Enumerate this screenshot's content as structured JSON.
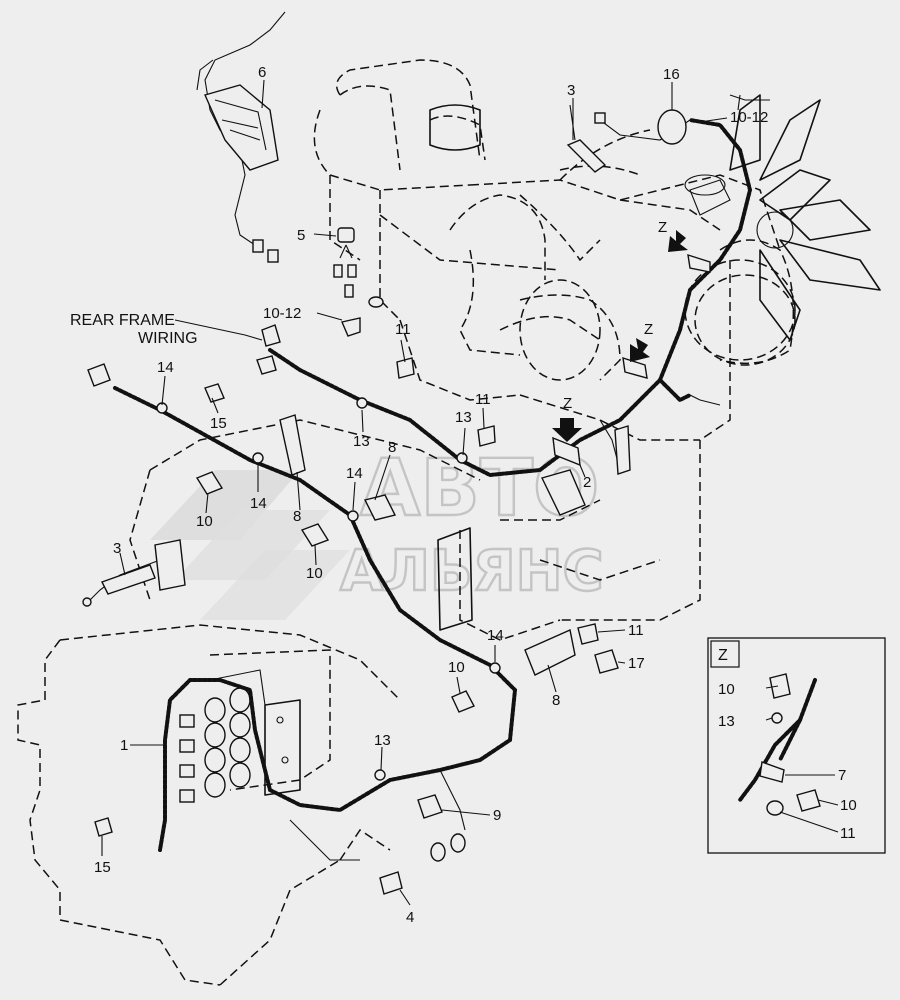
{
  "watermark": {
    "line1": "АВТО",
    "line2": "АЛЬЯНС"
  },
  "caption": {
    "rear_frame_wiring_line1": "REAR FRAME",
    "rear_frame_wiring_line2": "WIRING"
  },
  "detail": {
    "title": "Z"
  },
  "callouts": {
    "c6": "6",
    "c3_top": "3",
    "c16": "16",
    "c10_12_top": "10-12",
    "cZ_a": "Z",
    "cZ_b": "Z",
    "cZ_c": "Z",
    "c5": "5",
    "c10_12_left": "10-12",
    "c11_a": "11",
    "c14_a": "14",
    "c15_a": "15",
    "c13_a": "13",
    "c13_b": "13",
    "c11_b": "11",
    "c8_a": "8",
    "c14_b": "14",
    "c14_c": "14",
    "c8_b": "8",
    "c10_a": "10",
    "c2": "2",
    "c10_b": "10",
    "c3_left": "3",
    "c14_d": "14",
    "c11_c": "11",
    "c17": "17",
    "c10_c": "10",
    "c8_c": "8",
    "c1": "1",
    "c13_c": "13",
    "c9": "9",
    "c15_b": "15",
    "c4": "4",
    "d10": "10",
    "d13": "13",
    "d7": "7",
    "d10_b": "10",
    "d11": "11"
  }
}
